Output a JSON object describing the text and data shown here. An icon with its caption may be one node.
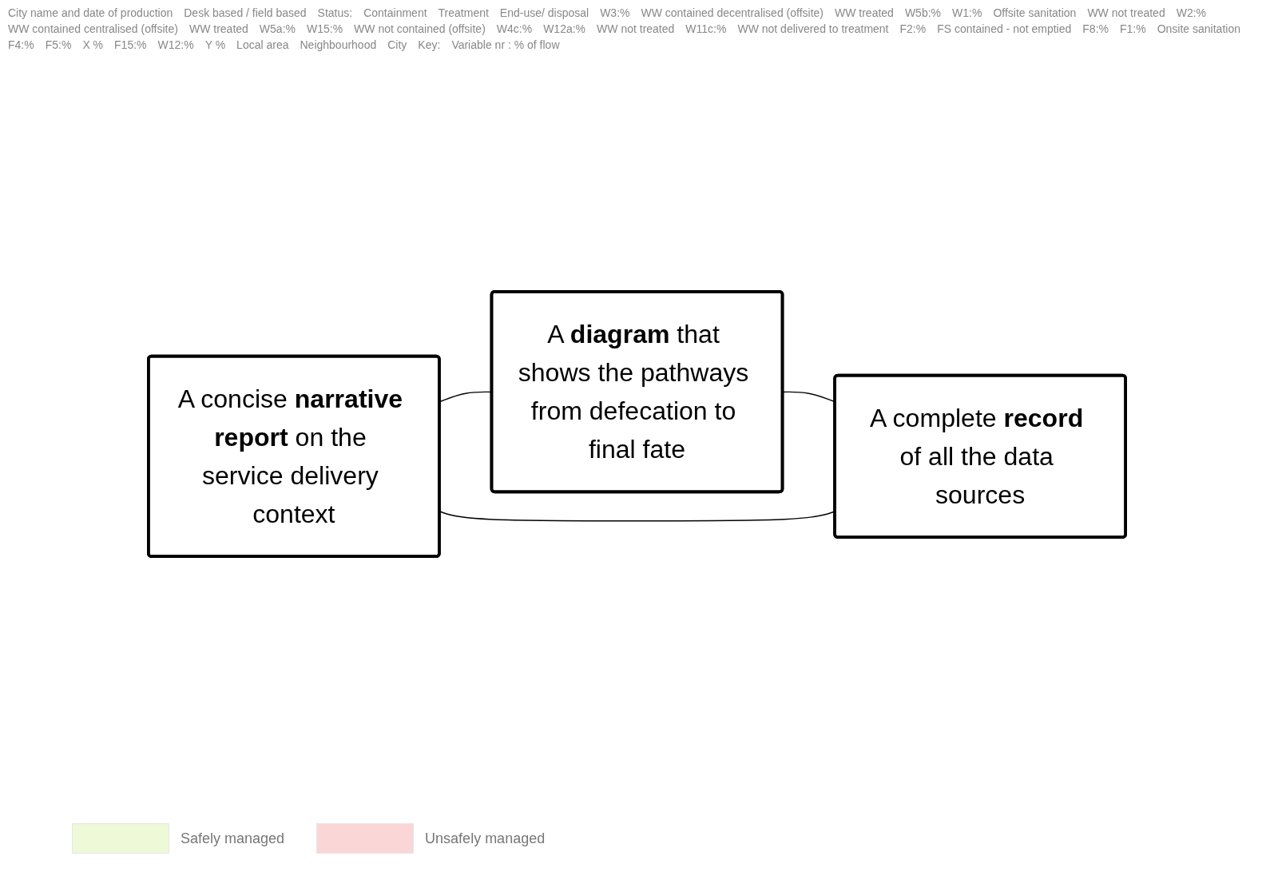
{
  "diagram": {
    "nodes": [
      {
        "text": [
          "A **diagram** that shows the pathways from defecation to final fate"
        ]
      },
      {
        "text": [
          "A concise **narrative report** on the service delivery context"
        ]
      },
      {
        "text": [
          "A complete **record** of all the data sources"
        ]
      }
    ],
    "edges": [
      {
        "from": 1,
        "to": 0,
        "arrow": "none"
      },
      {
        "from": 0,
        "to": 2,
        "arrow": "none"
      },
      {
        "from": 1,
        "to": 2,
        "arrow": "none"
      }
    ],
    "labels": [
      "City name and date of production",
      "Desk based / field based",
      "Status:",
      "Containment",
      "Treatment",
      "End-use/ disposal",
      "W3:%",
      "WW contained decentralised (offsite)",
      "WW treated",
      "W5b:%",
      "W1:%",
      "Offsite sanitation",
      "WW not treated",
      "W2:%",
      "WW contained centralised (offsite)",
      "WW treated",
      "W5a:%",
      "W15:%",
      "WW not contained (offsite)",
      "W4c:%",
      "W12a:%",
      "WW not treated",
      "W11c:%",
      "WW not delivered to treatment",
      "F2:%",
      "FS contained - not emptied",
      "F8:%",
      "F1:%",
      "Onsite sanitation",
      "F4:%",
      "F5:%",
      "X %",
      "F15:%",
      "W12:%",
      "Y %",
      "Local area",
      "Neighbourhood",
      "City",
      "Key:",
      "Variable nr : % of flow"
    ],
    "legend": [
      {
        "text": "Safely managed",
        "color": "#eef9d8"
      },
      {
        "text": "Unsafely managed",
        "color": "#fbd6d6"
      }
    ]
  }
}
